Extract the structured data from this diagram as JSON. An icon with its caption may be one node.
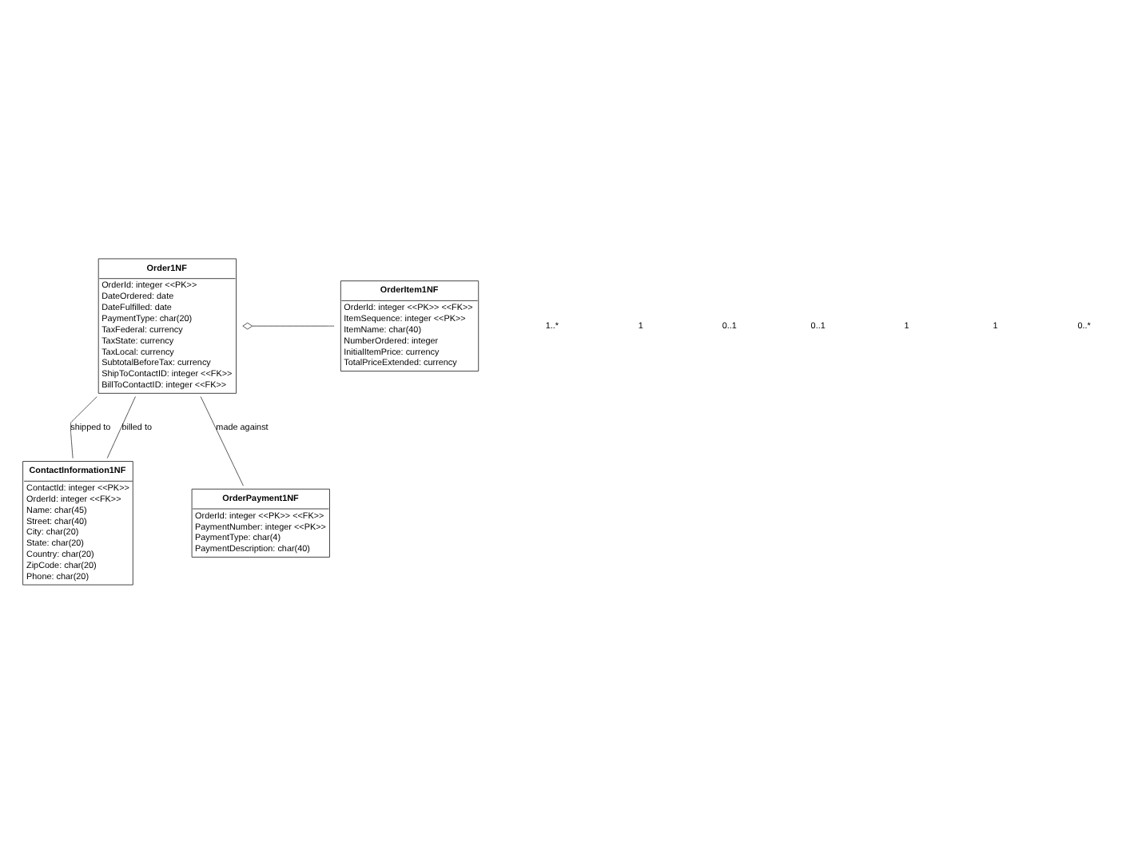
{
  "diagram": {
    "nodes": [
      {
        "text": [
          "Order1NF",
          "OrderId: integer <<PK>>",
          "DateOrdered: date",
          "DateFulfilled: date",
          "PaymentType: char(20)",
          "TaxFederal: currency",
          "TaxState: currency",
          "TaxLocal: currency",
          "SubtotalBeforeTax: currency",
          "ShipToContactID: integer <<FK>>",
          "BillToContactID: integer <<FK>>"
        ]
      },
      {
        "text": [
          "OrderItem1NF",
          "OrderId: integer <<PK>> <<FK>>",
          "ItemSequence: integer <<PK>>",
          "ItemName: char(40)",
          "NumberOrdered: integer",
          "InitialItemPrice: currency",
          "TotalPriceExtended: currency"
        ]
      },
      {
        "text": [
          "ContactInformation1NF",
          "ContactId: integer <<PK>>",
          "OrderId: integer <<FK>>",
          "Name: char(45)",
          "Street: char(40)",
          "City: char(20)",
          "State: char(20)",
          "Country: char(20)",
          "ZipCode: char(20)",
          "Phone: char(20)"
        ]
      },
      {
        "text": [
          "OrderPayment1NF",
          "OrderId: integer <<PK>> <<FK>>",
          "PaymentNumber: integer <<PK>>",
          "PaymentType: char(4)",
          "PaymentDescription: char(40)"
        ]
      }
    ],
    "edges": [
      {
        "from": 0,
        "to": 1,
        "arrow": "other"
      },
      {
        "from": 0,
        "to": 3,
        "arrow": "none",
        "label": "made against"
      },
      {
        "from": 0,
        "to": 2,
        "arrow": "none",
        "label": "shipped to"
      },
      {
        "from": 0,
        "to": 2,
        "arrow": "none",
        "label": "billed to"
      }
    ],
    "labels": [
      "1..*",
      "1",
      "0..1",
      "0..1",
      "1",
      "1",
      "0..*"
    ]
  }
}
